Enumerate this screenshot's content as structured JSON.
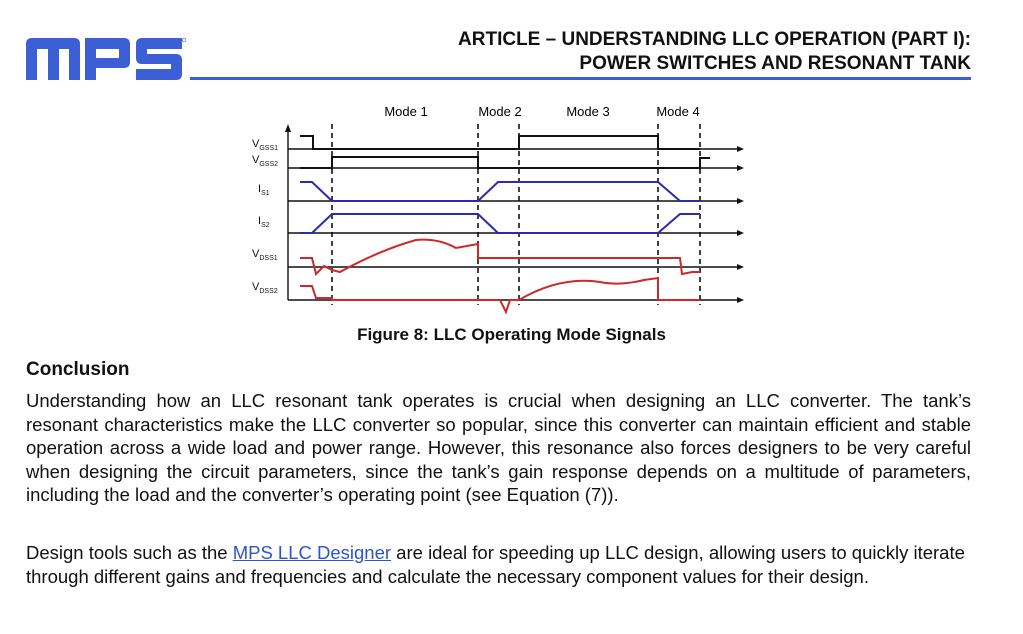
{
  "header": {
    "logo_text": "mps",
    "title_line1": "ARTICLE – UNDERSTANDING LLC OPERATION (PART I):",
    "title_line2": "POWER SWITCHES AND RESONANT TANK",
    "accent_color": "#3d5fd6"
  },
  "figure": {
    "modes": [
      "Mode 1",
      "Mode 2",
      "Mode 3",
      "Mode 4"
    ],
    "signals": [
      {
        "main": "V",
        "sub": "GSS1"
      },
      {
        "main": "V",
        "sub": "GSS2"
      },
      {
        "main": "I",
        "sub": "S1"
      },
      {
        "main": "I",
        "sub": "S2"
      },
      {
        "main": "V",
        "sub": "DSS1"
      },
      {
        "main": "V",
        "sub": "DSS2"
      }
    ],
    "colors": {
      "gate": "#111111",
      "current": "#2b2bb0",
      "voltage": "#cc2a2a"
    },
    "caption": "Figure 8: LLC Operating Mode Signals"
  },
  "body": {
    "heading": "Conclusion",
    "p1": "Understanding how an LLC resonant tank operates is crucial when designing an LLC converter. The tank’s resonant characteristics make the LLC converter so popular, since this converter can maintain efficient and stable operation across a wide load and power range. However, this resonance also forces designers to be very careful when designing the circuit parameters, since the tank’s gain response depends on a multitude of parameters, including the load and the converter’s operating point (see Equation (7)).",
    "p2_before": "Design tools such as the ",
    "p2_link": "MPS LLC Designer",
    "p2_after": " are ideal for speeding up LLC design, allowing users to quickly iterate through different gains and frequencies and calculate the necessary component values for their design."
  }
}
